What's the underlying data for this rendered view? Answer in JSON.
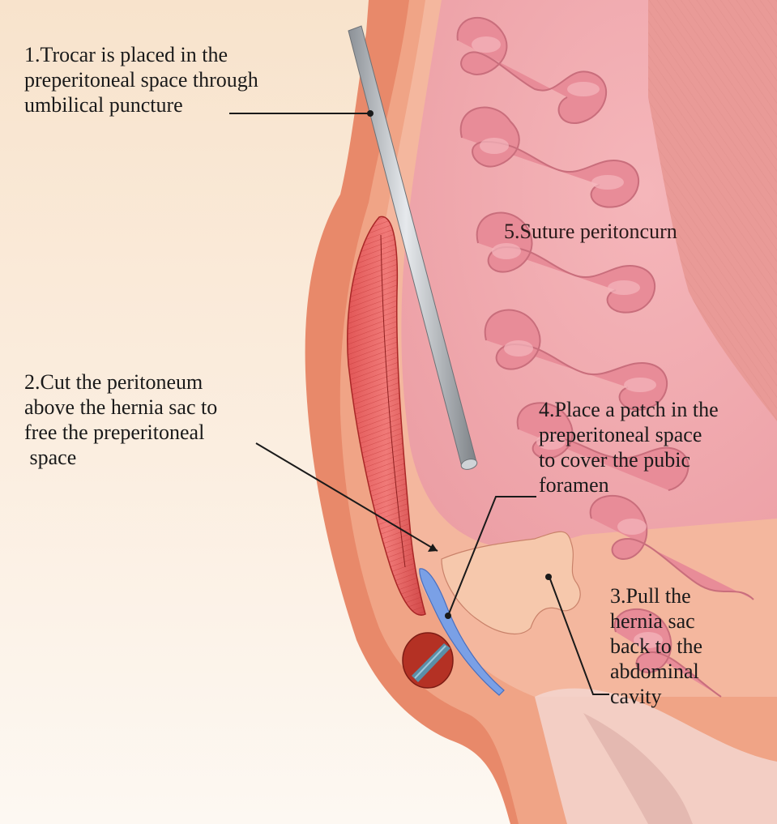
{
  "annotations": {
    "step1": "1.Trocar is placed in the\npreperitoneal space through\numbilical puncture",
    "step2": "2.Cut the peritoneum\nabove the hernia sac to\nfree the preperitoneal\n space",
    "step3": "3.Pull the\nhernia sac\nback to the\nabdominal\ncavity",
    "step4": "4.Place a patch in the\npreperitoneal space\nto cover the pubic\nforamen",
    "step5": "5.Suture peritoncurn"
  },
  "colors": {
    "background_top": "#f8e3cc",
    "background_bottom": "#fdf8f2",
    "abdominal_wall": "#e8896a",
    "muscle_layer": "#d9684c",
    "muscle_fiber": "#c83a3a",
    "preperitoneal_space": "#f4b79e",
    "peritoneal_cavity": "#f2a7a9",
    "intestine": "#e88c98",
    "intestine_highlight": "#f5b6bd",
    "trocar": "#a8adb3",
    "patch": "#7aa0e6",
    "hernia_sac": "#f1c3a4",
    "vessel": "#b43124",
    "pointer_line": "#1a1a1a"
  },
  "icons": [
    "trocar-icon",
    "patch-icon",
    "rectus-muscle-icon",
    "spermatic-cord-icon",
    "intestine-icon"
  ]
}
